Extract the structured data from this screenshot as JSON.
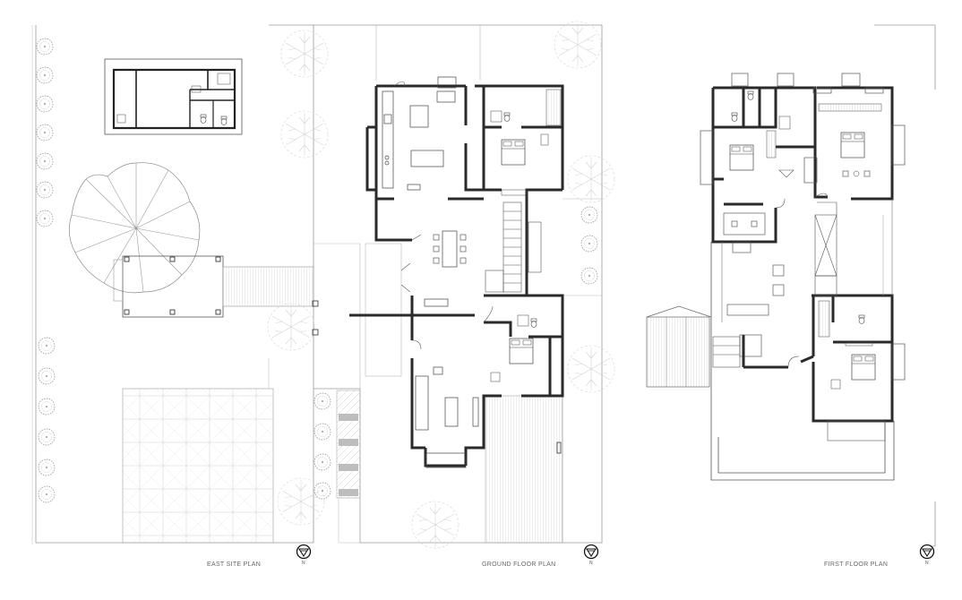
{
  "drawings": [
    {
      "id": "east-site-plan",
      "title": "EAST SITE PLAN",
      "north_label": "N"
    },
    {
      "id": "ground-floor-plan",
      "title": "GROUND FLOOR PLAN",
      "north_label": "N"
    },
    {
      "id": "first-floor-plan",
      "title": "FIRST FLOOR PLAN",
      "north_label": "N"
    }
  ],
  "colors": {
    "wall": "#2a2a2a",
    "line": "#555555",
    "fine_line": "#9a9a9a",
    "tree": "#8c8c8c",
    "paving": "#b8b8b8",
    "deck": "#c6c6c6",
    "background": "#ffffff"
  }
}
